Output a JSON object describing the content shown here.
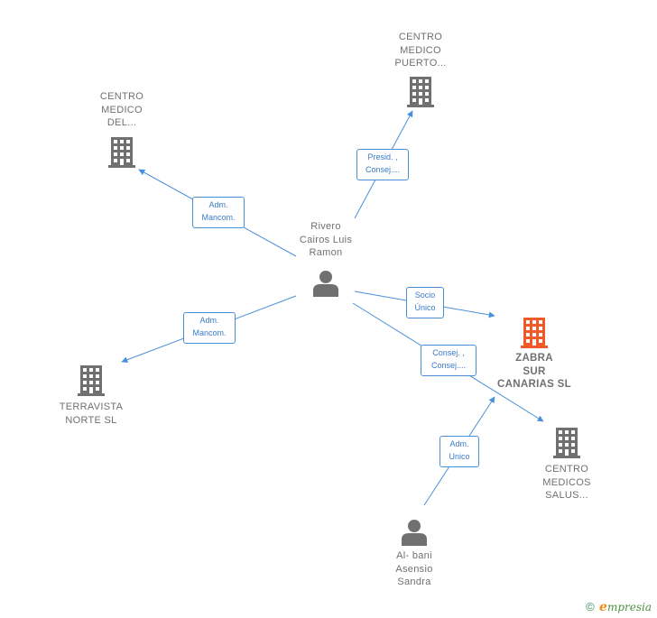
{
  "colors": {
    "edge": "#4a90d9",
    "node": "#707070",
    "focus": "#f05a28"
  },
  "nodes": {
    "cm_del": [
      "CENTRO",
      "MEDICO",
      "DEL..."
    ],
    "cm_puerto": [
      "CENTRO",
      "MEDICO",
      "PUERTO..."
    ],
    "rivero": [
      "Rivero",
      "Cairos Luis",
      "Ramon"
    ],
    "zabra": [
      "ZABRA",
      "SUR",
      "CANARIAS SL"
    ],
    "terravista": [
      "TERRAVISTA",
      "NORTE SL"
    ],
    "salus": [
      "CENTRO",
      "MEDICOS",
      "SALUS..."
    ],
    "albani": [
      "Al- bani",
      "Asensio",
      "Sandra"
    ]
  },
  "relations": {
    "adm_del": [
      "Adm.",
      "Mancom."
    ],
    "presid": [
      "Presid. ,",
      "Consej...."
    ],
    "socio": [
      "Socio",
      "Único"
    ],
    "adm_terra": [
      "Adm.",
      "Mancom."
    ],
    "consej": [
      "Consej. ,",
      "Consej...."
    ],
    "adm_unico": [
      "Adm.",
      "Unico"
    ]
  },
  "footer": {
    "copyright": "©",
    "brand_initial": "e",
    "brand_rest": "mpresia"
  }
}
